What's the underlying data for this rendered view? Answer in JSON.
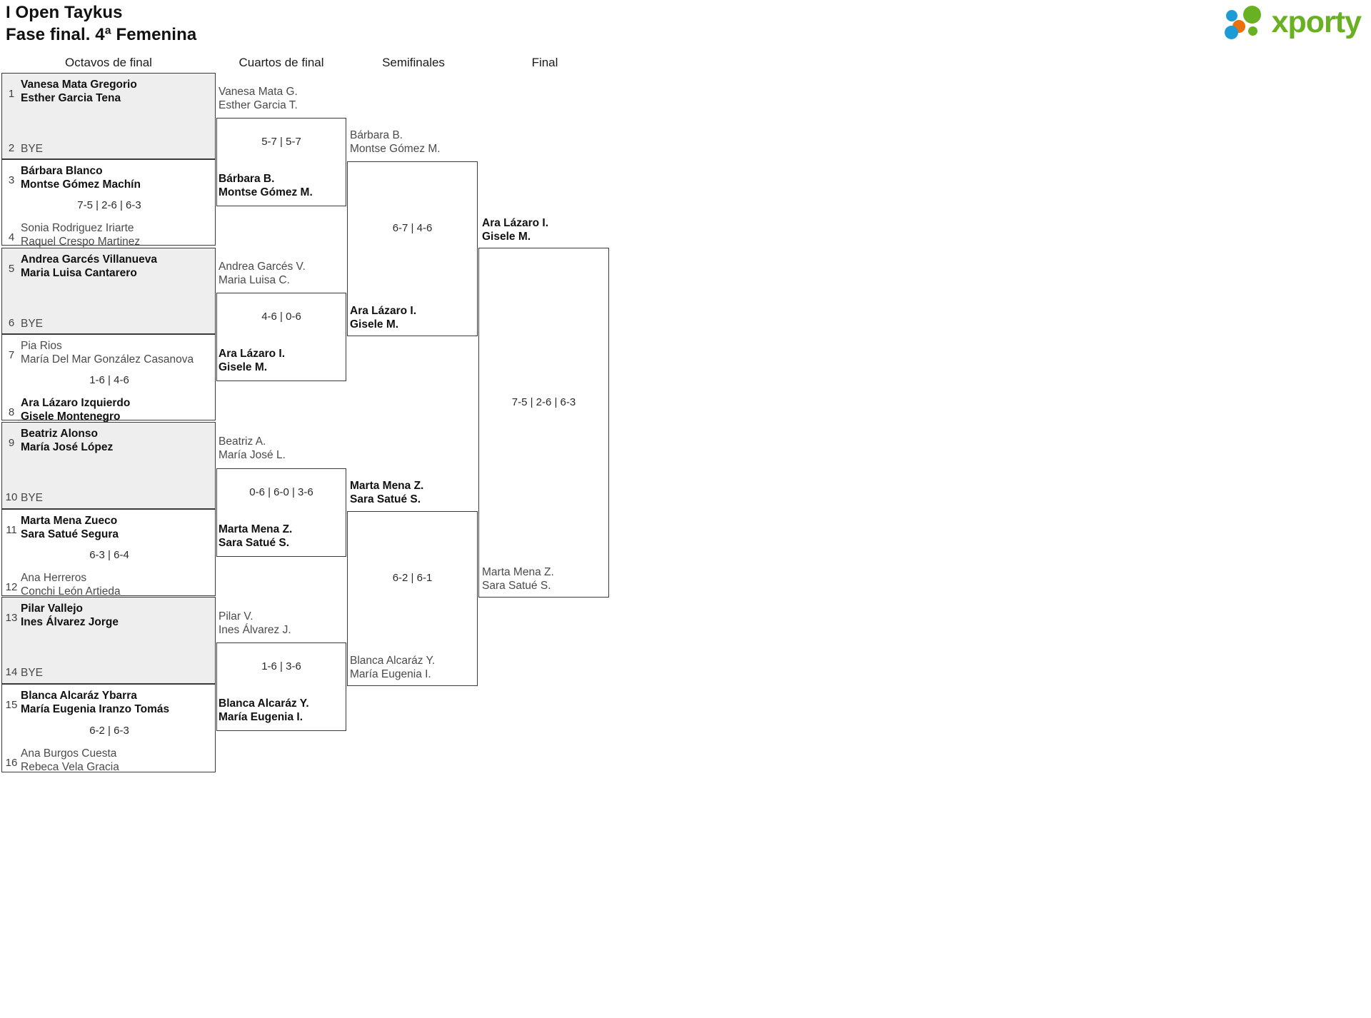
{
  "header": {
    "tournament": "I Open Taykus",
    "phase": "Fase final. 4ª Femenina",
    "logo_text": "xporty",
    "logo_colors": {
      "green": "#6ab023",
      "blue": "#1d9bd7",
      "orange": "#e8700d"
    }
  },
  "rounds": [
    {
      "id": "octavos",
      "label": "Octavos de final"
    },
    {
      "id": "cuartos",
      "label": "Cuartos de final"
    },
    {
      "id": "semis",
      "label": "Semifinales"
    },
    {
      "id": "final",
      "label": "Final"
    }
  ],
  "round1": [
    {
      "shaded": true,
      "top": {
        "seed": "1",
        "line1": "Vanesa Mata Gregorio",
        "line2": "Esther Garcia Tena",
        "winner": true,
        "bye": false
      },
      "bottom": {
        "seed": "2",
        "line1": "BYE",
        "line2": "",
        "winner": false,
        "bye": true
      },
      "score": ""
    },
    {
      "shaded": false,
      "top": {
        "seed": "3",
        "line1": "Bárbara Blanco",
        "line2": "Montse Gómez Machín",
        "winner": true,
        "bye": false
      },
      "bottom": {
        "seed": "4",
        "line1": "Sonia Rodriguez Iriarte",
        "line2": "Raquel Crespo Martinez",
        "winner": false,
        "bye": false
      },
      "score": "7-5 | 2-6 | 6-3"
    },
    {
      "shaded": true,
      "top": {
        "seed": "5",
        "line1": "Andrea Garcés Villanueva",
        "line2": "Maria Luisa Cantarero",
        "winner": true,
        "bye": false
      },
      "bottom": {
        "seed": "6",
        "line1": "BYE",
        "line2": "",
        "winner": false,
        "bye": true
      },
      "score": ""
    },
    {
      "shaded": false,
      "top": {
        "seed": "7",
        "line1": "Pia Rios",
        "line2": "María Del Mar González Casanova",
        "winner": false,
        "bye": false
      },
      "bottom": {
        "seed": "8",
        "line1": "Ara Lázaro Izquierdo",
        "line2": "Gisele Montenegro",
        "winner": true,
        "bye": false
      },
      "score": "1-6 | 4-6"
    },
    {
      "shaded": true,
      "top": {
        "seed": "9",
        "line1": "Beatriz Alonso",
        "line2": "María José López",
        "winner": true,
        "bye": false
      },
      "bottom": {
        "seed": "10",
        "line1": "BYE",
        "line2": "",
        "winner": false,
        "bye": true
      },
      "score": ""
    },
    {
      "shaded": false,
      "top": {
        "seed": "11",
        "line1": "Marta Mena Zueco",
        "line2": "Sara Satué Segura",
        "winner": true,
        "bye": false
      },
      "bottom": {
        "seed": "12",
        "line1": "Ana Herreros",
        "line2": "Conchi León Artieda",
        "winner": false,
        "bye": false
      },
      "score": "6-3 | 6-4"
    },
    {
      "shaded": true,
      "top": {
        "seed": "13",
        "line1": "Pilar Vallejo",
        "line2": "Ines Álvarez Jorge",
        "winner": true,
        "bye": false
      },
      "bottom": {
        "seed": "14",
        "line1": "BYE",
        "line2": "",
        "winner": false,
        "bye": true
      },
      "score": ""
    },
    {
      "shaded": false,
      "top": {
        "seed": "15",
        "line1": "Blanca Alcaráz Ybarra",
        "line2": "María Eugenia Iranzo Tomás",
        "winner": true,
        "bye": false
      },
      "bottom": {
        "seed": "16",
        "line1": "Ana Burgos Cuesta",
        "line2": "Rebeca Vela Gracia",
        "winner": false,
        "bye": false
      },
      "score": "6-2 | 6-3"
    }
  ],
  "round2": [
    {
      "top": {
        "line1": "Vanesa Mata G.",
        "line2": "Esther Garcia T.",
        "winner": false
      },
      "bottom": {
        "line1": "Bárbara B.",
        "line2": "Montse Gómez M.",
        "winner": true
      },
      "score": "5-7 | 5-7"
    },
    {
      "top": {
        "line1": "Andrea Garcés V.",
        "line2": "Maria Luisa C.",
        "winner": false
      },
      "bottom": {
        "line1": "Ara Lázaro I.",
        "line2": "Gisele M.",
        "winner": true
      },
      "score": "4-6 | 0-6"
    },
    {
      "top": {
        "line1": "Beatriz A.",
        "line2": "María José L.",
        "winner": false
      },
      "bottom": {
        "line1": "Marta Mena Z.",
        "line2": "Sara Satué S.",
        "winner": true
      },
      "score": "0-6 | 6-0 | 3-6"
    },
    {
      "top": {
        "line1": "Pilar V.",
        "line2": "Ines Álvarez J.",
        "winner": false
      },
      "bottom": {
        "line1": "Blanca Alcaráz Y.",
        "line2": "María Eugenia I.",
        "winner": true
      },
      "score": "1-6 | 3-6"
    }
  ],
  "round3": [
    {
      "top": {
        "line1": "Bárbara B.",
        "line2": "Montse Gómez M.",
        "winner": false
      },
      "bottom": {
        "line1": "Ara Lázaro I.",
        "line2": "Gisele M.",
        "winner": true
      },
      "score": "6-7 | 4-6"
    },
    {
      "top": {
        "line1": "Marta Mena Z.",
        "line2": "Sara Satué S.",
        "winner": true
      },
      "bottom": {
        "line1": "Blanca Alcaráz Y.",
        "line2": "María Eugenia I.",
        "winner": false
      },
      "score": "6-2 | 6-1"
    }
  ],
  "round4": [
    {
      "top": {
        "line1": "Ara Lázaro I.",
        "line2": "Gisele M.",
        "winner": true
      },
      "bottom": {
        "line1": "Marta Mena Z.",
        "line2": "Sara Satué S.",
        "winner": false
      },
      "score": "7-5 | 2-6 | 6-3"
    }
  ]
}
